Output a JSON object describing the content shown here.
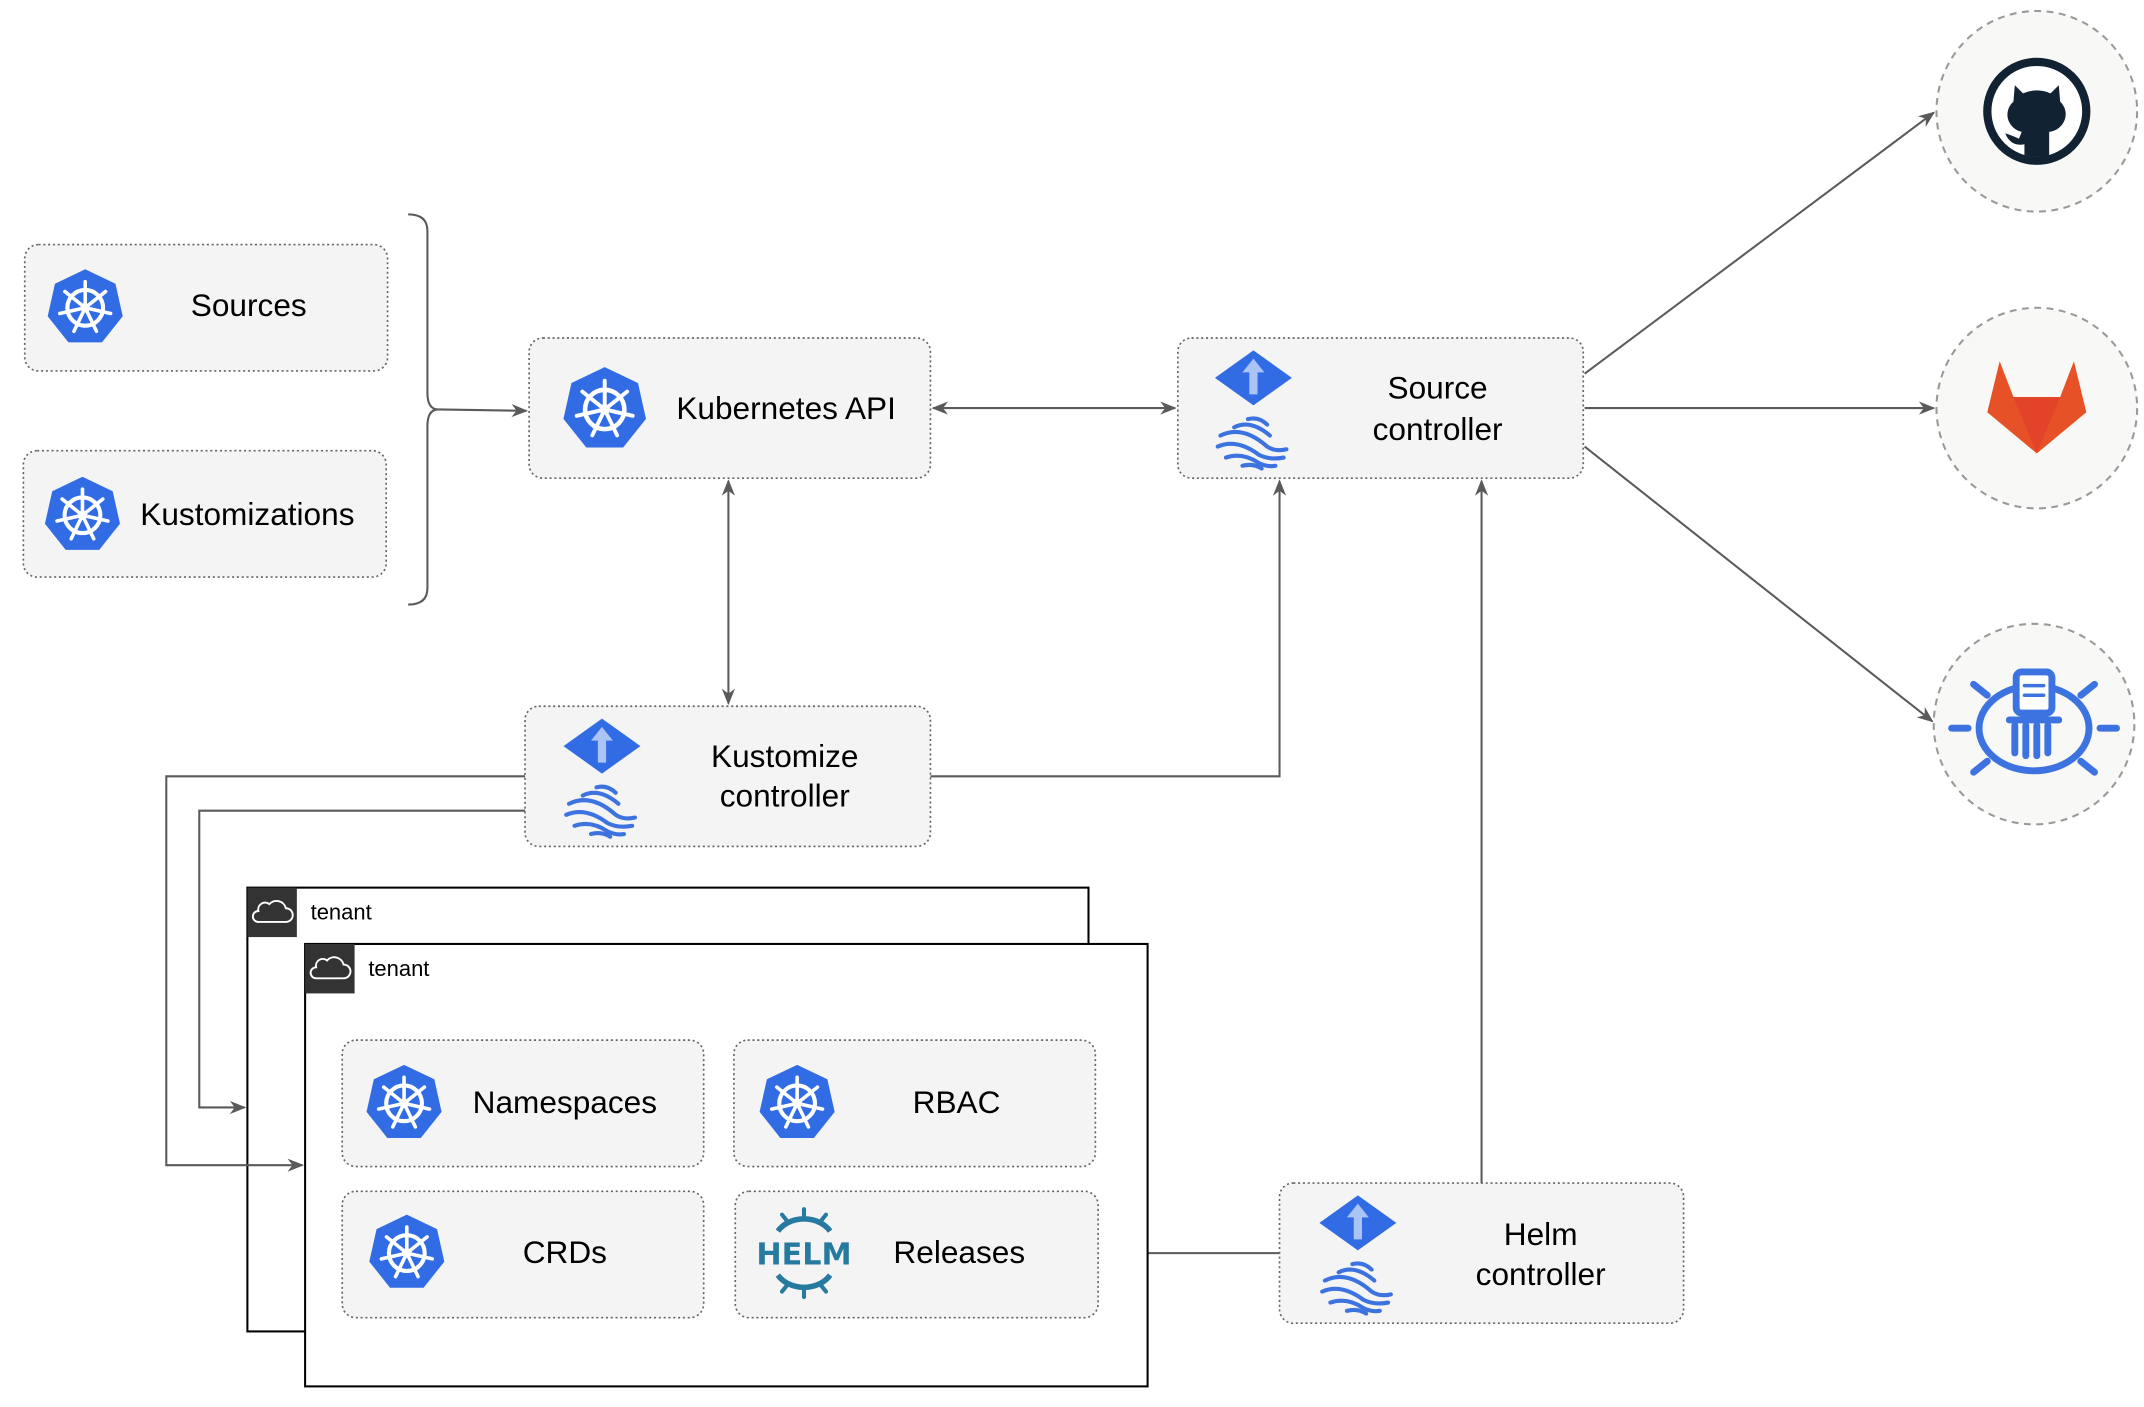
{
  "nodes": {
    "sources": "Sources",
    "kustomizations": "Kustomizations",
    "kubernetes_api": "Kubernetes API",
    "source_controller": [
      "Source",
      "controller"
    ],
    "kustomize_controller": [
      "Kustomize",
      "controller"
    ],
    "helm_controller": [
      "Helm",
      "controller"
    ],
    "namespaces": "Namespaces",
    "rbac": "RBAC",
    "crds": "CRDs",
    "releases": "Releases"
  },
  "tenants": [
    "tenant",
    "tenant"
  ],
  "helm_logo_text": "HELM",
  "external_sources": [
    "github-icon",
    "gitlab-icon",
    "helm-repository-icon"
  ],
  "colors": {
    "kubernetes_blue": "#326ce5",
    "helm_blue": "#277a9f",
    "github_dark": "#112233",
    "gitlab_orange": "#e24329",
    "gitlab_light": "#fca326",
    "box_fill": "#f4f4f4",
    "edge": "#5a5a5a"
  }
}
